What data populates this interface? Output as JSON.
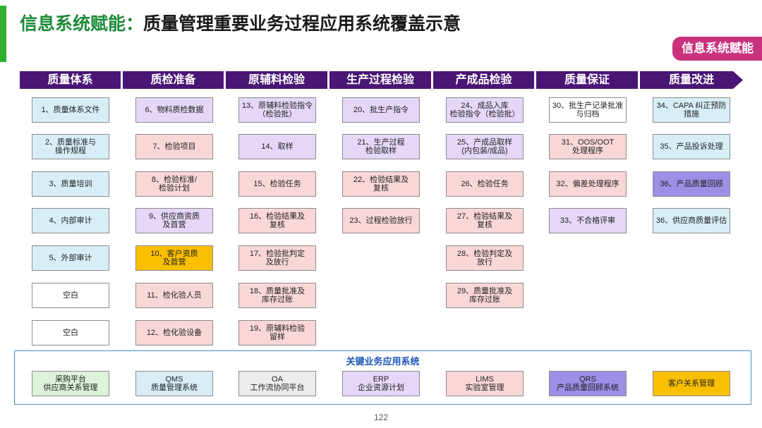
{
  "title": {
    "highlight": "信息系统赋能：",
    "main": "质量管理重要业务过程应用系统覆盖示意"
  },
  "badge": "信息系统赋能",
  "columns": [
    {
      "header": "质量体系",
      "items": [
        {
          "text": "1、质量体系文件",
          "color": "blue"
        },
        {
          "text": "2、质量标准与\n操作规程",
          "color": "blue"
        },
        {
          "text": "3、质量培训",
          "color": "blue"
        },
        {
          "text": "4、内部审计",
          "color": "blue"
        },
        {
          "text": "5、外部审计",
          "color": "blue"
        },
        {
          "text": "空白",
          "color": "white"
        },
        {
          "text": "空白",
          "color": "white"
        }
      ]
    },
    {
      "header": "质检准备",
      "items": [
        {
          "text": "6、物料质检数据",
          "color": "purple"
        },
        {
          "text": "7、检验项目",
          "color": "pink"
        },
        {
          "text": "8、检验标准/\n检验计划",
          "color": "pink"
        },
        {
          "text": "9、供应商资质\n及首营",
          "color": "purple"
        },
        {
          "text": "10、客户资质\n及首营",
          "color": "orange"
        },
        {
          "text": "11、检化验人员",
          "color": "pink"
        },
        {
          "text": "12、检化验设备",
          "color": "pink"
        }
      ]
    },
    {
      "header": "原辅料检验",
      "items": [
        {
          "text": "13、原辅料检验指令\n（检验批）",
          "color": "purple"
        },
        {
          "text": "14、取样",
          "color": "purple"
        },
        {
          "text": "15、检验任务",
          "color": "pink"
        },
        {
          "text": "16、检验结果及\n复核",
          "color": "pink"
        },
        {
          "text": "17、检验批判定\n及放行",
          "color": "pink"
        },
        {
          "text": "18、质量批准及\n库存过账",
          "color": "pink"
        },
        {
          "text": "19、原辅料检验\n留样",
          "color": "pink"
        }
      ]
    },
    {
      "header": "生产过程检验",
      "items": [
        {
          "text": "20、批生产指令",
          "color": "purple"
        },
        {
          "text": "21、生产过程\n检验取样",
          "color": "purple"
        },
        {
          "text": "22、检验结果及\n复核",
          "color": "pink"
        },
        {
          "text": "23、过程检验放行",
          "color": "pink"
        }
      ]
    },
    {
      "header": "产成品检验",
      "items": [
        {
          "text": "24、成品入库\n检验指令（检验批）",
          "color": "purple"
        },
        {
          "text": "25、产成品取样\n(内包装/成品)",
          "color": "purple"
        },
        {
          "text": "26、检验任务",
          "color": "pink"
        },
        {
          "text": "27、检验结果及\n复核",
          "color": "pink"
        },
        {
          "text": "28、检验判定及\n放行",
          "color": "pink"
        },
        {
          "text": "29、质量批准及\n库存过账",
          "color": "pink"
        }
      ]
    },
    {
      "header": "质量保证",
      "items": [
        {
          "text": "30、批生产记录批准\n与归档",
          "color": "white"
        },
        {
          "text": "31、OOS/OOT\n处理程序",
          "color": "pink"
        },
        {
          "text": "32、偏差处理程序",
          "color": "pink"
        },
        {
          "text": "33、不合格评审",
          "color": "purple"
        }
      ]
    },
    {
      "header": "质量改进",
      "items": [
        {
          "text": "34、CAPA 纠正预防\n措施",
          "color": "blue"
        },
        {
          "text": "35、产品投诉处理",
          "color": "blue"
        },
        {
          "text": "36、产品质量回顾",
          "color": "deep"
        },
        {
          "text": "36、供应商质量评估",
          "color": "blue"
        }
      ]
    }
  ],
  "systems": {
    "title": "关键业务应用系统",
    "items": [
      {
        "text": "采购平台\n供应商关系管理",
        "color": "green"
      },
      {
        "text": "QMS\n质量管理系统",
        "color": "blue"
      },
      {
        "text": "OA\n工作流协同平台",
        "color": "gray"
      },
      {
        "text": "ERP\n企业资源计划",
        "color": "purple"
      },
      {
        "text": "LIMS\n实验室管理",
        "color": "pink"
      },
      {
        "text": "QRS\n产品质量回顾系统",
        "color": "deep"
      },
      {
        "text": "客户关系管理",
        "color": "orange"
      }
    ]
  },
  "page_number": "122"
}
